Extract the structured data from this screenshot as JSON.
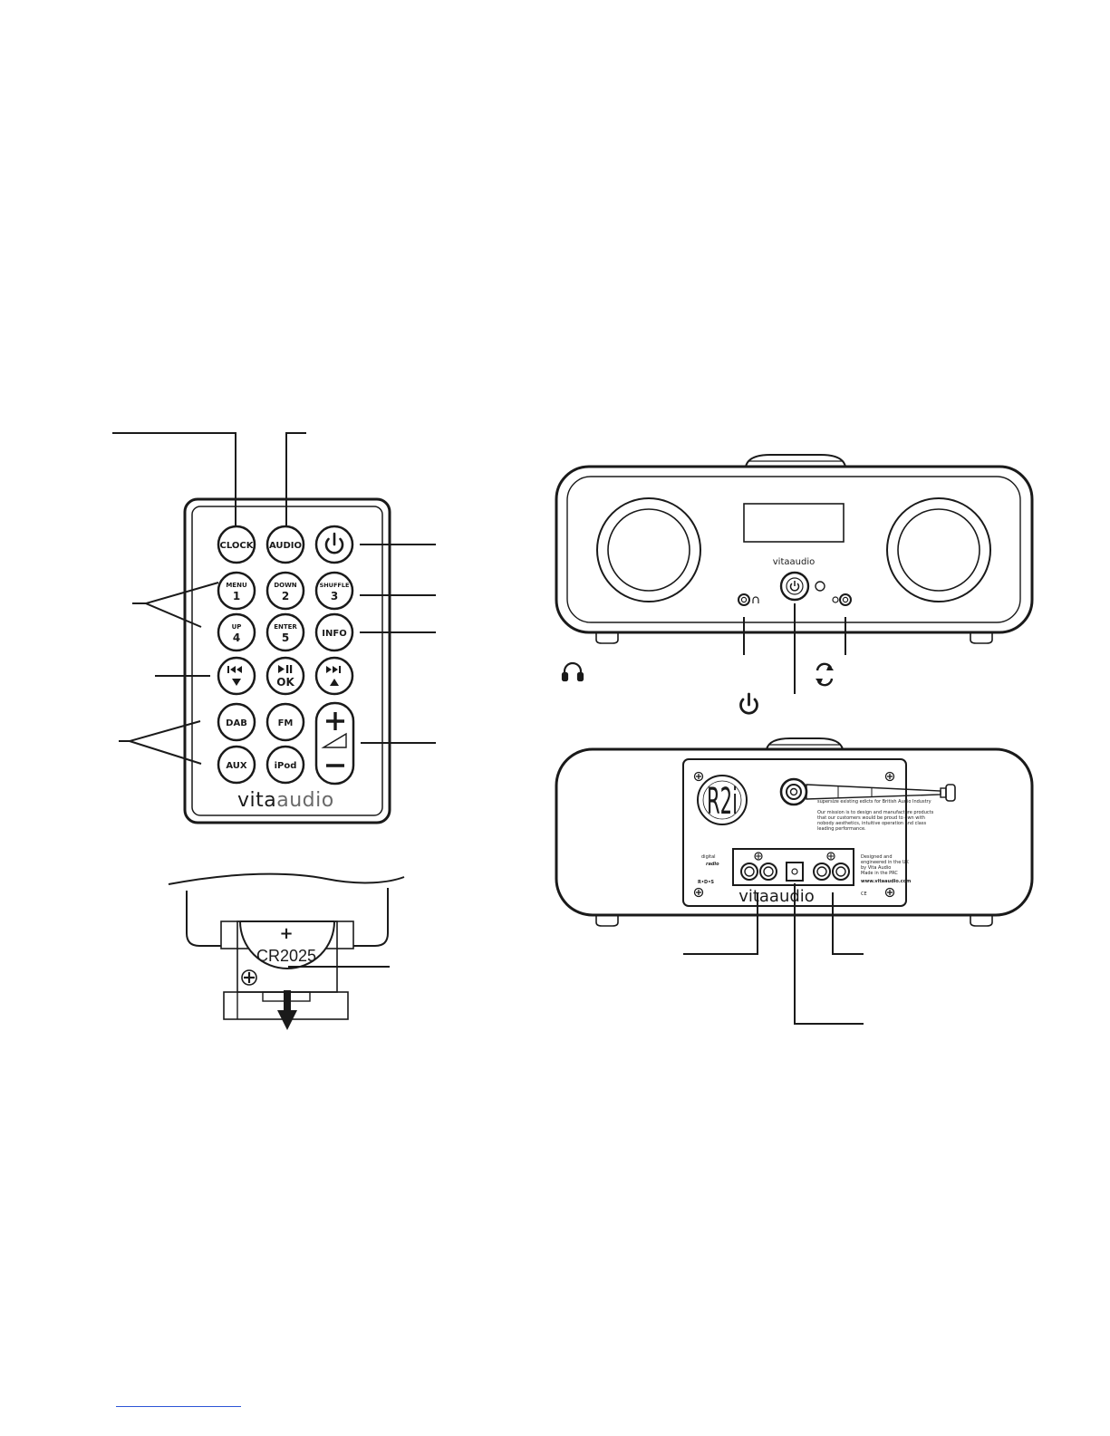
{
  "remote": {
    "buttons": {
      "clock": "CLOCK",
      "audio": "AUDIO",
      "menu_top": "MENU",
      "menu_num": "1",
      "down_top": "DOWN",
      "down_num": "2",
      "shuffle_top": "SHUFFLE",
      "shuffle_num": "3",
      "up_top": "UP",
      "up_num": "4",
      "enter_top": "ENTER",
      "enter_num": "5",
      "info": "INFO",
      "ok": "OK",
      "dab": "DAB",
      "fm": "FM",
      "aux": "AUX",
      "ipod": "iPod"
    },
    "brand_a": "vita",
    "brand_b": "audio"
  },
  "battery": {
    "plus": "+",
    "model": "CR2025"
  },
  "radio_front": {
    "brand": "vitaaudio"
  },
  "radio_back": {
    "brand": "vitaaudio",
    "badge": "R2i",
    "panel_text": {
      "line1": "supersize existing edicts for British Audio Industry",
      "line2": "Our mission is to design and manufacture products",
      "line3": "that our customers would be proud to own with",
      "line4": "nobody aesthetics, intuitive operation and class",
      "line5": "leading performance.",
      "designed1": "Designed and",
      "designed2": "engineered in the UK",
      "designed3": "by Vita Audio",
      "designed4": "Made in the PRC",
      "url": "www.vitaaudio.com",
      "digital_radio": "digital",
      "radio": "radio",
      "rds": "R•D•S",
      "ce": "CE"
    }
  }
}
